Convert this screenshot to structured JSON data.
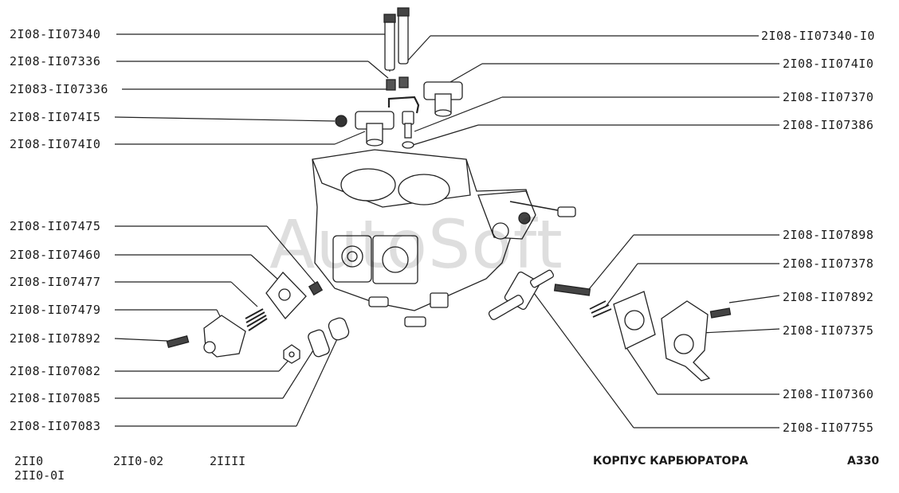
{
  "watermark": "AutoSoft",
  "labels_left": [
    "2I08-II07340",
    "2I08-II07336",
    "2I083-II07336",
    "2I08-II074I5",
    "2I08-II074I0",
    "2I08-II07475",
    "2I08-II07460",
    "2I08-II07477",
    "2I08-II07479",
    "2I08-II07892",
    "2I08-II07082",
    "2I08-II07085",
    "2I08-II07083"
  ],
  "labels_right": [
    "2I08-II07340-I0",
    "2I08-II074I0",
    "2I08-II07370",
    "2I08-II07386",
    "2I08-II07898",
    "2I08-II07378",
    "2I08-II07892",
    "2I08-II07375",
    "2I08-II07360",
    "2I08-II07755"
  ],
  "footer": {
    "models": [
      "2II0",
      "2II0-0I",
      "2II0-02",
      "2IIII"
    ],
    "title": "КОРПУС КАРБЮРАТОРА",
    "code": "A330"
  }
}
